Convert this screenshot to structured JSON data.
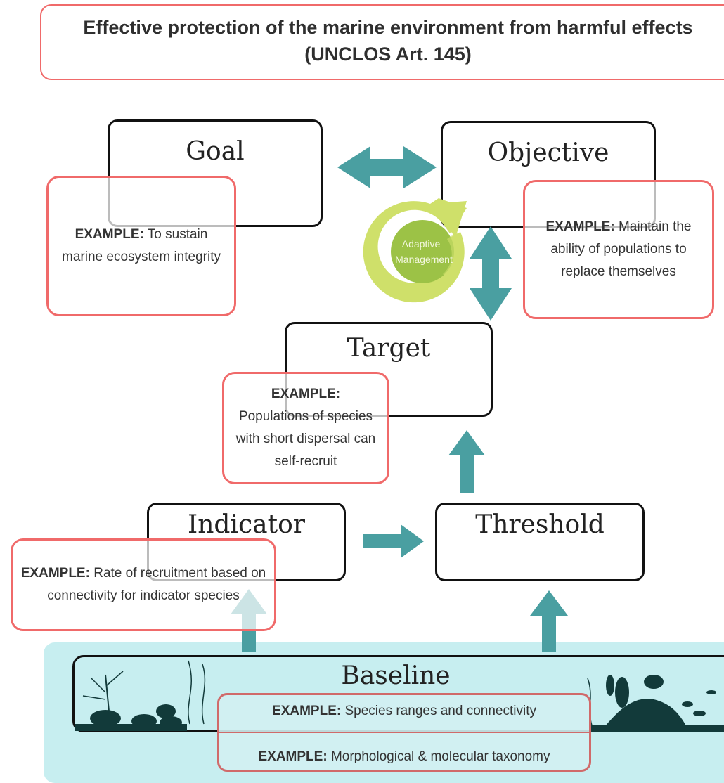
{
  "header": {
    "line1": "Effective protection of the marine environment from harmful effects",
    "line2": "(UNCLOS Art. 145)"
  },
  "boxes": {
    "goal": "Goal",
    "objective": "Objective",
    "target": "Target",
    "indicator": "Indicator",
    "threshold": "Threshold",
    "baseline": "Baseline"
  },
  "example_label": "EXAMPLE:",
  "examples": {
    "goal": "To sustain marine ecosystem integrity",
    "objective": "Maintain the ability of populations to replace themselves",
    "target": "Populations of species with short dispersal can self-recruit",
    "indicator": "Rate of recruitment based on connectivity for indicator species",
    "baseline_1": "Species ranges and connectivity",
    "baseline_2": "Morphological & molecular taxonomy"
  },
  "cycle": {
    "line1": "Adaptive",
    "line2": "Management"
  },
  "colors": {
    "arrow": "#4a9fa1",
    "example_border": "#f06a6a",
    "baseline_bg": "#c7eef0",
    "cycle_outer": "#cfe06a",
    "cycle_inner": "#9cc246",
    "silhouette": "#123a3a"
  }
}
